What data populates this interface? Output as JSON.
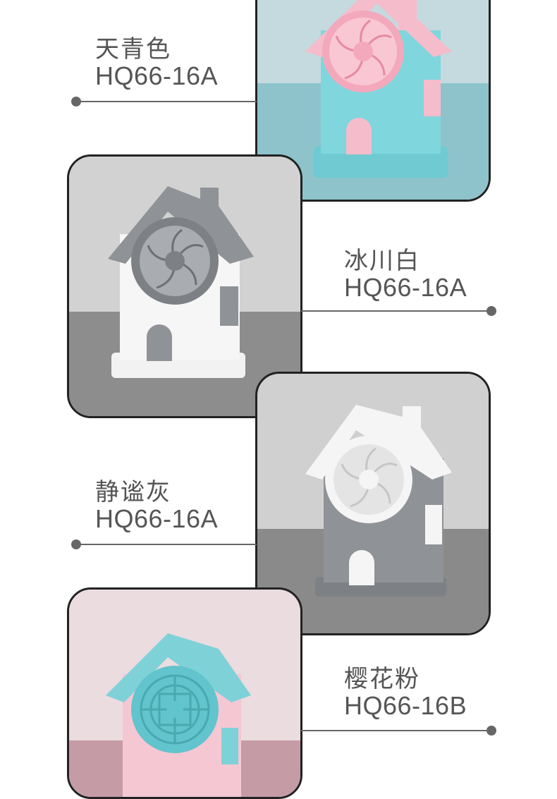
{
  "products": [
    {
      "id": "sky-blue",
      "color_name": "天青色",
      "model": "HQ66-16A",
      "colors": {
        "bg_top": "#c4dadf",
        "bg_bottom": "#8ec3cb",
        "body": "#7fd6dd",
        "roof": "#f5bccb",
        "fan": "#f3a9bb",
        "door": "#f5bccb"
      }
    },
    {
      "id": "ice-white",
      "color_name": "冰川白",
      "model": "HQ66-16A",
      "colors": {
        "bg_top": "#d2d2d2",
        "bg_bottom": "#8d8d8d",
        "body": "#f6f6f6",
        "roof": "#8f9397",
        "fan": "#7d8185",
        "door": "#8f9397"
      }
    },
    {
      "id": "quiet-gray",
      "color_name": "静谧灰",
      "model": "HQ66-16A",
      "colors": {
        "bg_top": "#d0d0d0",
        "bg_bottom": "#8a8a8a",
        "body": "#8f9397",
        "roof": "#f5f5f5",
        "fan": "#f5f5f5",
        "door": "#f5f5f5"
      }
    },
    {
      "id": "sakura-pink",
      "color_name": "樱花粉",
      "model": "HQ66-16B",
      "colors": {
        "bg_top": "#eadcdf",
        "bg_bottom": "#c59ba5",
        "body": "#f4c7d3",
        "roof": "#7fd1d8",
        "fan": "#62c4cc",
        "door": "#7fd1d8"
      }
    }
  ]
}
